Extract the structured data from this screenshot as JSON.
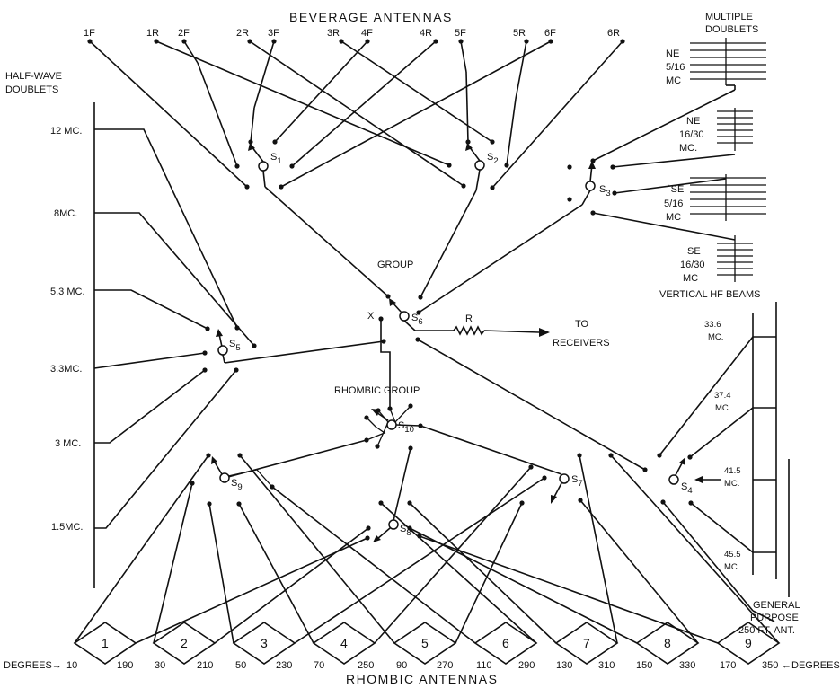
{
  "titles": {
    "beverage": "BEVERAGE ANTENNAS",
    "multiple_doublets": [
      "MULTIPLE",
      "DOUBLETS"
    ],
    "half_wave": [
      "HALF-WAVE",
      "DOUBLETS"
    ],
    "group": "GROUP",
    "rhombic_group": "RHOMBIC   GROUP",
    "vertical_hf": "VERTICAL HF BEAMS",
    "general_purpose": [
      "GENERAL",
      "PURPOSE",
      "250 FT. ANT."
    ],
    "rhombic_antennas": "RHOMBIC ANTENNAS",
    "receivers": [
      "TO",
      "RECEIVERS"
    ]
  },
  "beverage_labels": [
    "1F",
    "1R",
    "2F",
    "2R",
    "3F",
    "3R",
    "4F",
    "4R",
    "5F",
    "5R",
    "6F",
    "6R"
  ],
  "half_wave_freqs": [
    "12 MC.",
    "8MC.",
    "5.3 MC.",
    "3.3MC.",
    "3 MC.",
    "1.5MC."
  ],
  "multiple_doublets": [
    [
      "NE",
      "5/16",
      "MC"
    ],
    [
      "NE",
      "16/30",
      "MC."
    ],
    [
      "ˈSE",
      "5/16",
      "MC"
    ],
    [
      "SE",
      "16/30",
      "MC"
    ]
  ],
  "vertical_beams": [
    [
      "33.6",
      "MC."
    ],
    [
      "37.4",
      "MC."
    ],
    [
      "41.5",
      "MC."
    ],
    [
      "45.5",
      "MC."
    ]
  ],
  "switches": [
    "S1",
    "S2",
    "S3",
    "S4",
    "S5",
    "S6",
    "S7",
    "S8",
    "S9",
    "S10"
  ],
  "resistor_label": "R",
  "x_label": "X",
  "rhombic_numbers": [
    "1",
    "2",
    "3",
    "4",
    "5",
    "6",
    "7",
    "8",
    "9"
  ],
  "degrees": {
    "left_label": "DEGREES",
    "right_label": "DEGREES",
    "arrow_right": "→",
    "arrow_left": "←",
    "pairs": [
      [
        "10",
        "190"
      ],
      [
        "30",
        "210"
      ],
      [
        "50",
        "230"
      ],
      [
        "70",
        "250"
      ],
      [
        "90",
        "270"
      ],
      [
        "110",
        "290"
      ],
      [
        "130",
        "310"
      ],
      [
        "150",
        "330"
      ],
      [
        "170",
        "350"
      ]
    ]
  }
}
